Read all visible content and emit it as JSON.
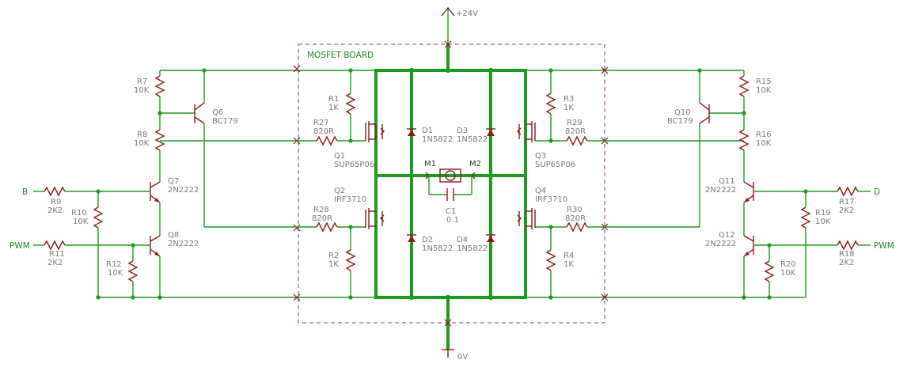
{
  "board_title": "MOSFET BOARD",
  "rails": {
    "supply": "+24V",
    "ground": "0V"
  },
  "inputs": {
    "left_dir": "B",
    "left_pwm": "PWM",
    "right_dir": "D",
    "right_pwm": "PWM"
  },
  "motor": {
    "pin1": "M1",
    "pin2": "M2"
  },
  "components": {
    "R7": {
      "ref": "R7",
      "val": "10K"
    },
    "R8": {
      "ref": "R8",
      "val": "10K"
    },
    "Q6": {
      "ref": "Q6",
      "val": "BC179"
    },
    "Q7": {
      "ref": "Q7",
      "val": "2N2222"
    },
    "Q8": {
      "ref": "Q8",
      "val": "2N2222"
    },
    "R9": {
      "ref": "R9",
      "val": "2K2"
    },
    "R10": {
      "ref": "R10",
      "val": "10K"
    },
    "R11": {
      "ref": "R11",
      "val": "2K2"
    },
    "R12": {
      "ref": "R12",
      "val": "10K"
    },
    "R1": {
      "ref": "R1",
      "val": "1K"
    },
    "R27": {
      "ref": "R27",
      "val": "820R"
    },
    "Q1": {
      "ref": "Q1",
      "val": "SUP65P06"
    },
    "Q2": {
      "ref": "Q2",
      "val": "IRF3710"
    },
    "R28": {
      "ref": "R28",
      "val": "820R"
    },
    "R2": {
      "ref": "R2",
      "val": "1K"
    },
    "D1": {
      "ref": "D1",
      "val": "1N5822"
    },
    "D2": {
      "ref": "D2",
      "val": "1N5822"
    },
    "D3": {
      "ref": "D3",
      "val": "1N5822"
    },
    "D4": {
      "ref": "D4",
      "val": "1N5822"
    },
    "C1": {
      "ref": "C1",
      "val": "0.1"
    },
    "R3": {
      "ref": "R3",
      "val": "1K"
    },
    "R29": {
      "ref": "R29",
      "val": "820R"
    },
    "Q3": {
      "ref": "Q3",
      "val": "SUP65P06"
    },
    "Q4": {
      "ref": "Q4",
      "val": "IRF3710"
    },
    "R30": {
      "ref": "R30",
      "val": "820R"
    },
    "R4": {
      "ref": "R4",
      "val": "1K"
    },
    "R15": {
      "ref": "R15",
      "val": "10K"
    },
    "R16": {
      "ref": "R16",
      "val": "10K"
    },
    "Q10": {
      "ref": "Q10",
      "val": "BC179"
    },
    "Q11": {
      "ref": "Q11",
      "val": "2N2222"
    },
    "Q12": {
      "ref": "Q12",
      "val": "2N2222"
    },
    "R17": {
      "ref": "R17",
      "val": "2K2"
    },
    "R18": {
      "ref": "R18",
      "val": "2K2"
    },
    "R19": {
      "ref": "R19",
      "val": "10K"
    },
    "R20": {
      "ref": "R20",
      "val": "10K"
    }
  },
  "colors": {
    "wire": "#1e9a1e",
    "component": "#8b1a1a",
    "label": "#7a7a7a",
    "board_outline": "#8a2f8a"
  }
}
